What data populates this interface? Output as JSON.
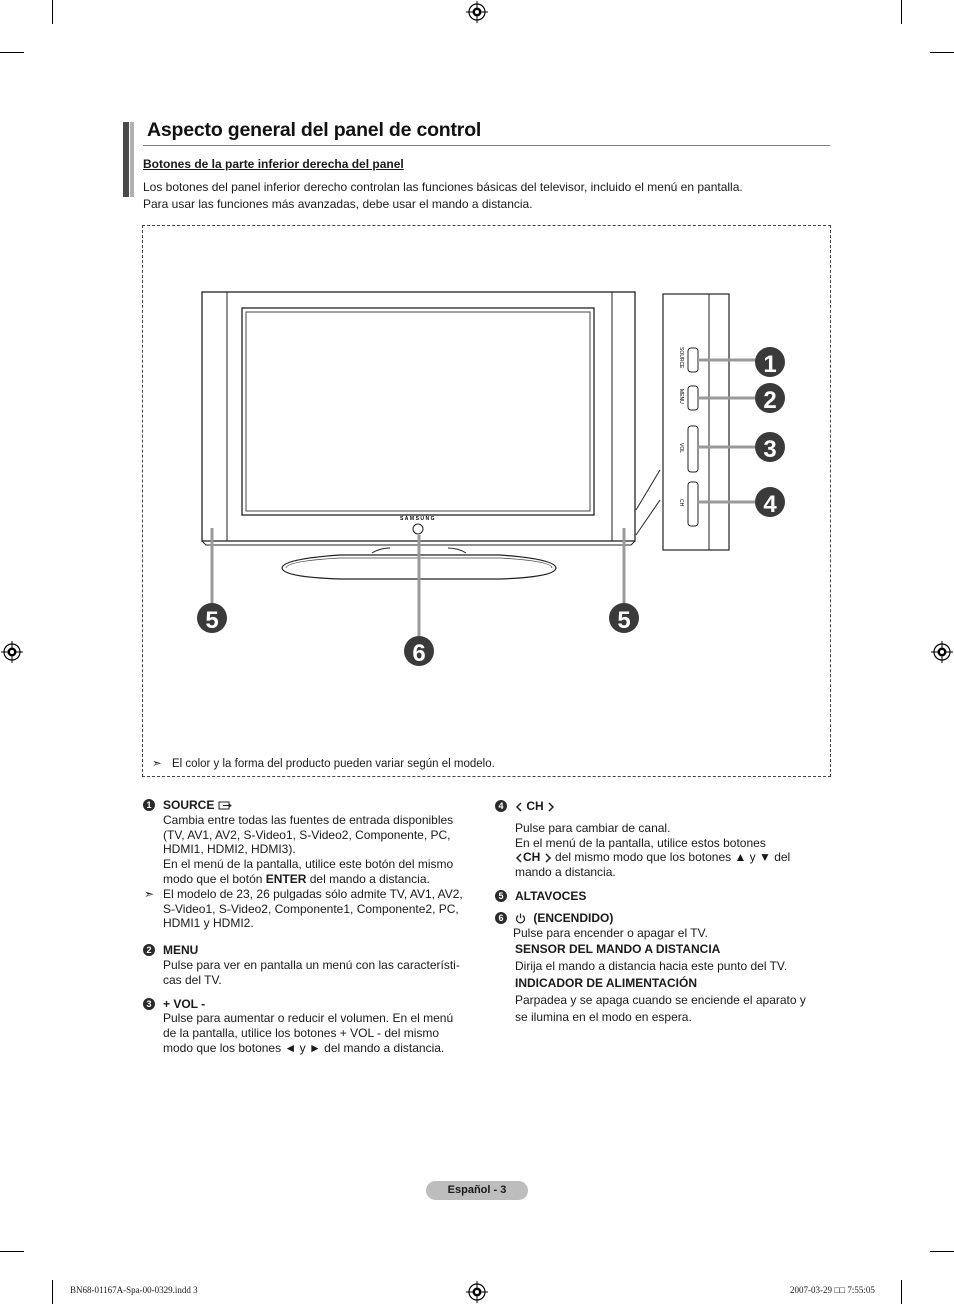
{
  "header": {
    "title": "Aspecto general del panel de control",
    "subheading": "Botones de la parte inferior derecha del panel",
    "intro_line1": "Los botones del panel inferior derecho controlan las funciones básicas del televisor, incluido el menú en pantalla.",
    "intro_line2": "Para usar las funciones más avanzadas, debe usar el mando a distancia."
  },
  "figure": {
    "brand": "SAMSUNG",
    "side_labels": [
      "SOURCE",
      "MENU",
      "VOL",
      "CH"
    ],
    "callouts": [
      "1",
      "2",
      "3",
      "4",
      "5",
      "6"
    ],
    "note_arrow": "➣",
    "note": "El color y la forma del producto pueden variar según el modelo."
  },
  "items_left": {
    "source": {
      "num": "1",
      "label": "SOURCE",
      "l1": "Cambia entre todas las fuentes de entrada disponibles",
      "l2": "(TV, AV1, AV2, S-Video1, S-Video2, Componente, PC,",
      "l3": "HDMI1, HDMI2, HDMI3).",
      "l4": "En el menú de la pantalla, utilice este botón del mismo",
      "l5a": "modo que el botón ",
      "l5b": "ENTER",
      "l5c": " del mando a distancia.",
      "note_arrow": "➣",
      "n1": "El modelo de 23, 26 pulgadas sólo admite TV, AV1, AV2,",
      "n2": "S-Video1, S-Video2, Componente1, Componente2, PC,",
      "n3": "HDMI1 y HDMI2."
    },
    "menu": {
      "num": "2",
      "label": "MENU",
      "l1": "Pulse para ver en pantalla un menú con las característi-",
      "l2": "cas del TV."
    },
    "vol": {
      "num": "3",
      "label": "+ VOL -",
      "l1": "Pulse para aumentar o reducir el volumen. En el menú",
      "l2": "de la pantalla, utilice los botones + VOL - del mismo",
      "l3": "modo que los botones ◄ y ► del mando a distancia."
    }
  },
  "items_right": {
    "ch": {
      "num": "4",
      "label": "CH",
      "l1": "Pulse para cambiar de canal.",
      "l2": "En el menú de la pantalla, utilice estos botones",
      "l3_label": "CH",
      "l3_text": " del mismo modo que los botones ▲ y ▼ del",
      "l4": "mando a distancia."
    },
    "altavoces": {
      "num": "5",
      "label": "ALTAVOCES"
    },
    "power": {
      "num": "6",
      "label": "(ENCENDIDO)",
      "l1": "Pulse para encender o apagar el TV.",
      "sensor_label": "SENSOR DEL MANDO A DISTANCIA",
      "sensor_text": "Dirija el mando a distancia hacia este punto del TV.",
      "indicator_label": "INDICADOR DE ALIMENTACIÓN",
      "indicator_l1": "Parpadea y se apaga cuando se enciende el aparato y",
      "indicator_l2": "se ilumina en el modo en espera."
    }
  },
  "footer": {
    "page": "Español - 3",
    "slug_left": "BN68-01167A-Spa-00-0329.indd   3",
    "slug_right": "2007-03-29   □□ 7:55:05"
  }
}
